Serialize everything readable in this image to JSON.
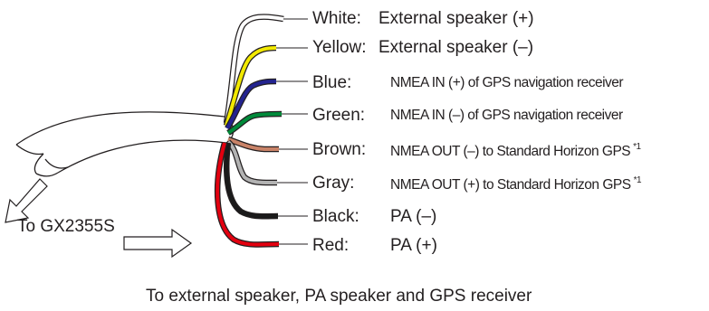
{
  "wires": [
    {
      "color_name": "White:",
      "description": "External speaker (+)",
      "note": "",
      "hex": "#ffffff"
    },
    {
      "color_name": "Yellow:",
      "description": "External speaker (–)",
      "note": "",
      "hex": "#f2e900"
    },
    {
      "color_name": "Blue:",
      "description": "NMEA IN (+) of GPS navigation receiver",
      "note": "",
      "hex": "#23238f"
    },
    {
      "color_name": "Green:",
      "description": "NMEA IN (–) of GPS navigation receiver",
      "note": "",
      "hex": "#008a3a"
    },
    {
      "color_name": "Brown:",
      "description": "NMEA OUT (–) to Standard Horizon GPS",
      "note": "*1",
      "hex": "#c98368"
    },
    {
      "color_name": "Gray:",
      "description": "NMEA OUT (+) to Standard Horizon GPS",
      "note": "*1",
      "hex": "#b3b3b3"
    },
    {
      "color_name": "Black:",
      "description": "PA (–)",
      "note": "",
      "hex": "#1a1a1a"
    },
    {
      "color_name": "Red:",
      "description": "PA (+)",
      "note": "",
      "hex": "#e3000f"
    }
  ],
  "left_label": "To GX2355S",
  "bottom_label": "To external speaker, PA speaker and GPS receiver"
}
